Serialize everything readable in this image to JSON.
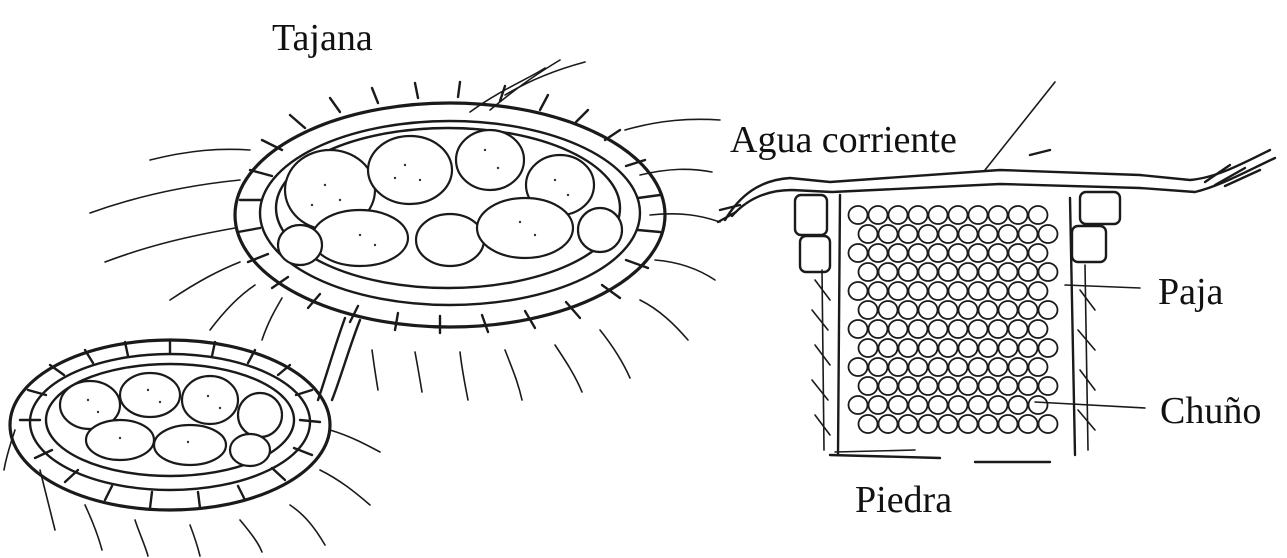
{
  "labels": {
    "tajana": "Tajana",
    "agua_corriente": "Agua corriente",
    "paja": "Paja",
    "chuno": "Chuño",
    "piedra": "Piedra"
  },
  "colors": {
    "ink": "#1a1a1a",
    "background": "#ffffff"
  }
}
